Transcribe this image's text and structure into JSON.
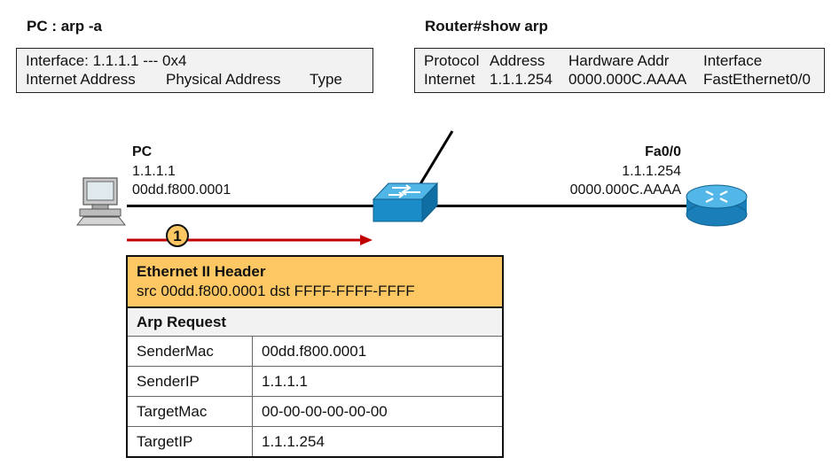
{
  "pc_cli": {
    "title": "PC : arp -a",
    "line1": "Interface: 1.1.1.1 --- 0x4",
    "col1": "Internet Address",
    "col2": "Physical Address",
    "col3": "Type"
  },
  "router_cli": {
    "title": "Router#show arp",
    "headers": [
      "Protocol",
      "Address",
      "Hardware Addr",
      "Interface"
    ],
    "row": [
      "Internet",
      "1.1.1.254",
      "0000.000C.AAAA",
      "FastEthernet0/0"
    ]
  },
  "pc": {
    "name": "PC",
    "ip": "1.1.1.1",
    "mac": "00dd.f800.0001"
  },
  "router_if": {
    "name": "Fa0/0",
    "ip": "1.1.1.254",
    "mac": "0000.000C.AAAA"
  },
  "step": "1",
  "packet": {
    "header_title": "Ethernet II Header",
    "header_line": "src 00dd.f800.0001 dst FFFF-FFFF-FFFF",
    "section": "Arp Request",
    "fields": [
      {
        "key": "SenderMac",
        "value": "00dd.f800.0001"
      },
      {
        "key": "SenderIP",
        "value": "1.1.1.1"
      },
      {
        "key": "TargetMac",
        "value": "00-00-00-00-00-00"
      },
      {
        "key": "TargetIP",
        "value": "1.1.1.254"
      }
    ]
  },
  "colors": {
    "arrow": "#c00000",
    "header_bg": "#fdc863",
    "device_blue": "#1a8cc8"
  }
}
